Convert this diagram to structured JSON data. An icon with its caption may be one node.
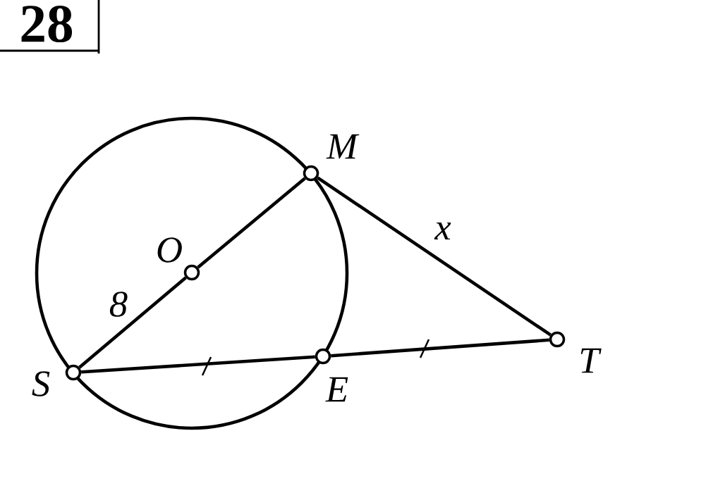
{
  "diagram": {
    "title": "28",
    "nodes": [
      {
        "text": [],
        "shape": "circle",
        "beside": [
          "M"
        ]
      },
      {
        "text": [],
        "shape": "circle",
        "beside": [
          "O"
        ]
      },
      {
        "text": [],
        "shape": "circle",
        "beside": [
          "S"
        ]
      },
      {
        "text": [],
        "shape": "circle",
        "beside": [
          "E"
        ]
      },
      {
        "text": [],
        "shape": "circle",
        "beside": [
          "T"
        ]
      }
    ],
    "edges": [
      {
        "from": 2,
        "to": 1,
        "arrow": "none",
        "label": "8"
      },
      {
        "from": 1,
        "to": 0,
        "arrow": "none"
      },
      {
        "from": 0,
        "to": 4,
        "arrow": "none",
        "label": "x"
      },
      {
        "from": 2,
        "to": 3,
        "arrow": "none"
      },
      {
        "from": 3,
        "to": 4,
        "arrow": "none"
      }
    ]
  }
}
